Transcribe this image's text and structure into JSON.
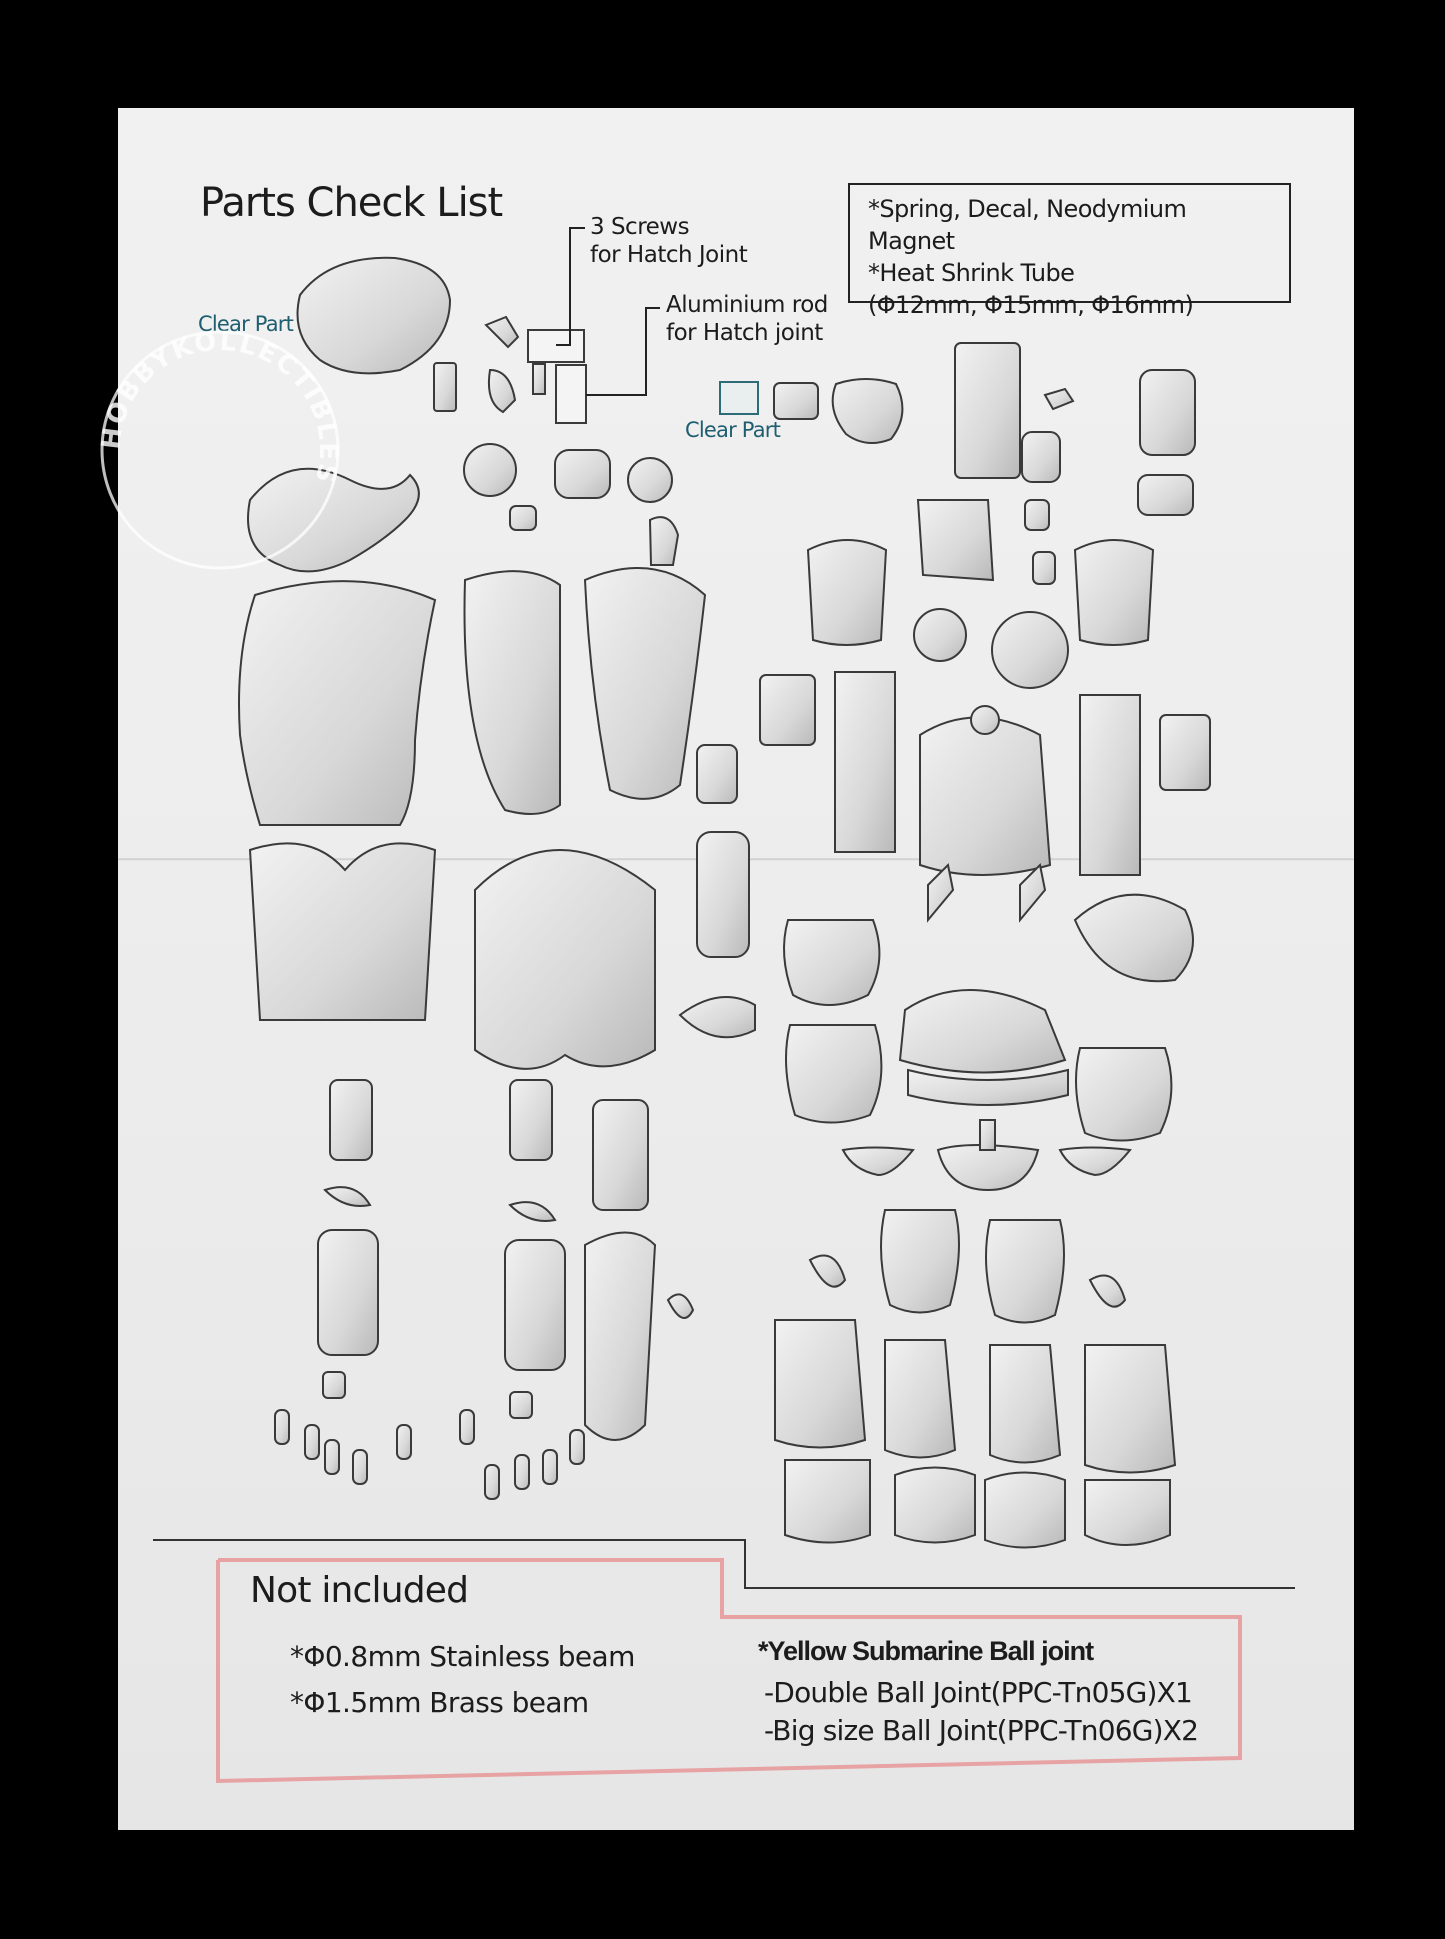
{
  "sheet": {
    "title": "Parts Check List",
    "callouts": {
      "screws_line1": "3 Screws",
      "screws_line2": "for Hatch Joint",
      "rod_line1": "Aluminium rod",
      "rod_line2": "for Hatch joint"
    },
    "clear_part_labels": [
      "Clear Part",
      "Clear Part"
    ],
    "infobox": {
      "line1": "*Spring, Decal, Neodymium Magnet",
      "line2": "*Heat Shrink Tube",
      "line3": "(Φ12mm, Φ15mm, Φ16mm)"
    },
    "not_included": {
      "heading": "Not included",
      "items": [
        "*Φ0.8mm Stainless beam",
        "*Φ1.5mm Brass beam"
      ]
    },
    "ball_joint": {
      "heading": "*Yellow Submarine Ball joint",
      "items": [
        "-Double Ball Joint(PPC-Tn05G)X1",
        "-Big size Ball Joint(PPC-Tn06G)X2"
      ]
    },
    "watermark": "HOBBYKOLLECTIBLES"
  },
  "colors": {
    "background": "#000000",
    "paper": "#efefef",
    "part_fill": "#dcdcdc",
    "clear_label": "#1e5e70",
    "not_included_border": "#e7a3a3"
  }
}
